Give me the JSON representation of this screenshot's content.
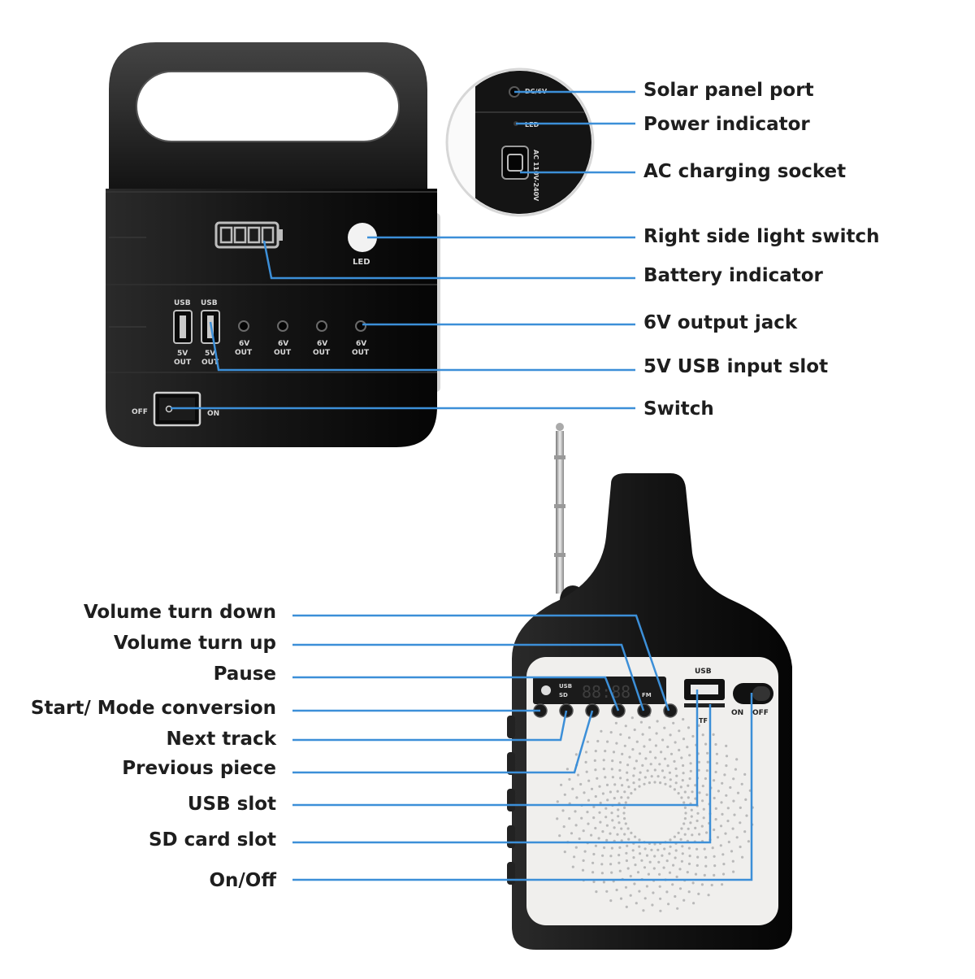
{
  "upper_unit": {
    "callouts": [
      {
        "label": "Solar panel port"
      },
      {
        "label": "Power indicator"
      },
      {
        "label": "AC charging socket"
      },
      {
        "label": "Right side light switch"
      },
      {
        "label": "Battery indicator"
      },
      {
        "label": "6V output jack"
      },
      {
        "label": "5V USB input slot"
      },
      {
        "label": "Switch"
      }
    ],
    "markings": {
      "led": "LED",
      "usb": "USB",
      "out_5v": "5V",
      "out": "OUT",
      "out_6v": "6V",
      "off": "OFF",
      "on": "ON",
      "dc_port": "DC/6V",
      "led_port": "LED",
      "ac_range": "AC 110V-240V"
    }
  },
  "lower_unit": {
    "callouts": [
      {
        "label": "Volume turn down"
      },
      {
        "label": "Volume turn up"
      },
      {
        "label": "Pause"
      },
      {
        "label": "Start/ Mode conversion"
      },
      {
        "label": "Next track"
      },
      {
        "label": "Previous piece"
      },
      {
        "label": "USB slot"
      },
      {
        "label": "SD card slot"
      },
      {
        "label": "On/Off"
      }
    ],
    "markings": {
      "usb": "USB",
      "tf": "TF",
      "on": "ON",
      "off": "OFF",
      "display_usb": "USB",
      "display_sd": "SD",
      "display_fm": "FM",
      "display_digits": "88:88"
    }
  },
  "colors": {
    "leader_line": "#3c8fd8",
    "device_body": "#111111",
    "panel_face": "#f0efed"
  }
}
